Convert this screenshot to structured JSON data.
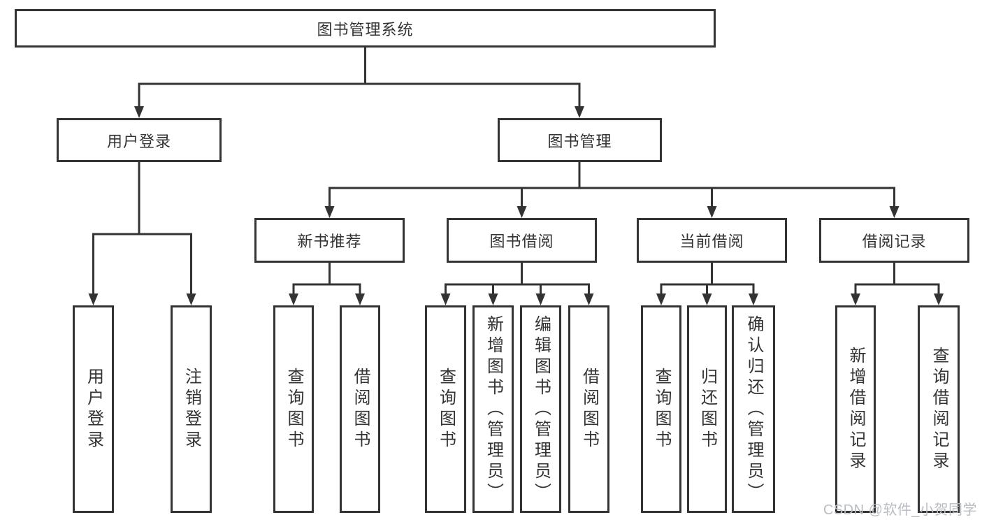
{
  "tree": {
    "root": "图书管理系统",
    "children": [
      {
        "label": "用户登录",
        "children": [
          {
            "label": "用户登录"
          },
          {
            "label": "注销登录"
          }
        ]
      },
      {
        "label": "图书管理",
        "children": [
          {
            "label": "新书推荐",
            "children": [
              {
                "label": "查询图书"
              },
              {
                "label": "借阅图书"
              }
            ]
          },
          {
            "label": "图书借阅",
            "children": [
              {
                "label": "查询图书"
              },
              {
                "label": "新增图书（管理员）"
              },
              {
                "label": "编辑图书（管理员）"
              },
              {
                "label": "借阅图书"
              }
            ]
          },
          {
            "label": "当前借阅",
            "children": [
              {
                "label": "查询图书"
              },
              {
                "label": "归还图书"
              },
              {
                "label": "确认归还（管理员）"
              }
            ]
          },
          {
            "label": "借阅记录",
            "children": [
              {
                "label": "新增借阅记录"
              },
              {
                "label": "查询借阅记录"
              }
            ]
          }
        ]
      }
    ]
  },
  "watermark": "CSDN @软件_小贺同学",
  "colors": {
    "line": "#333333",
    "text": "#333333",
    "watermark": "#b9bdc2",
    "background": "#ffffff"
  }
}
